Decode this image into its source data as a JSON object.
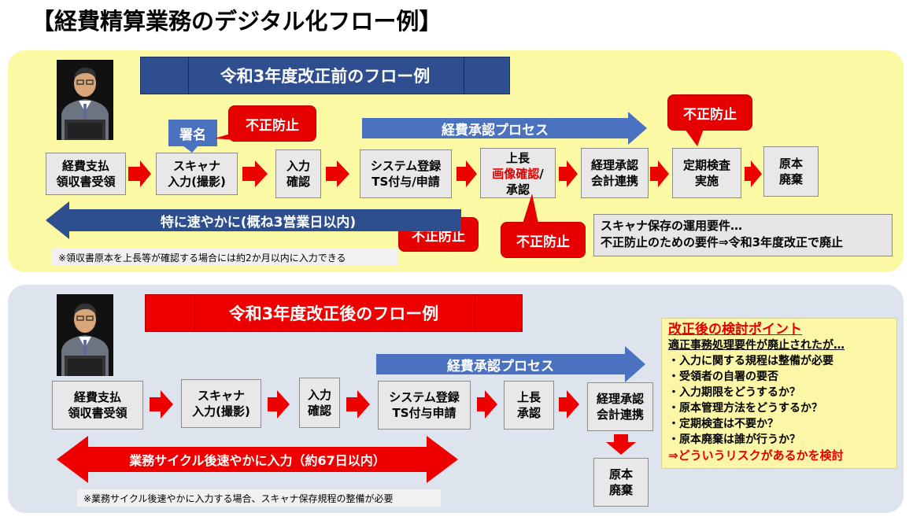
{
  "title": "【経費精算業務のデジタル化フロー例】",
  "before": {
    "banner": "令和3年度改正前のフロー例",
    "boxes": {
      "receipt": "経費支払\n領収書受領",
      "scan": "スキャナ\n入力(撮影)",
      "input": "入力\n確認",
      "system": "システム登録\nTS付与/申請",
      "boss_line1": "上長",
      "boss_line2": "画像確認",
      "boss_line3": "/",
      "boss_line4": "承認",
      "accounting": "経理承認\n会計連携",
      "periodic": "定期検査\n実施",
      "discard": "原本\n廃棄"
    },
    "signature_label": "署名",
    "fraud_label": "不正防止",
    "process_label": "経費承認プロセス",
    "speed_label": "特に速やかに(概ね3営業日以内)",
    "note": "※領収書原本を上長等が確認する場合には約2か月以内に入力できる",
    "info": "スキャナ保存の運用要件…\n不正防止のための要件⇒令和3年度改正で廃止"
  },
  "after": {
    "banner": "令和3年度改正後のフロー例",
    "boxes": {
      "receipt": "経費支払\n領収書受領",
      "scan": "スキャナ\n入力(撮影)",
      "input": "入力\n確認",
      "system": "システム登録\nTS付与申請",
      "boss": "上長\n承認",
      "accounting": "経理承認\n会計連携",
      "discard": "原本\n廃棄"
    },
    "process_label": "経費承認プロセス",
    "cycle_label": "業務サイクル後速やかに入力（約67日以内）",
    "note": "※業務サイクル後速やかに入力する場合、スキャナ保存規程の整備が必要",
    "points": {
      "heading": "改正後の検討ポイント",
      "subheading": "適正事務処理要件が廃止されたが…",
      "items": [
        "・入力に関する規程は整備が必要",
        "・受領者の自署の要否",
        "・入力期限をどうするか？",
        "・原本管理方法をどうするか？",
        "・定期検査は不要か？",
        "・原本廃棄は誰が行うか？"
      ],
      "conclusion": "⇒どういうリスクがあるかを検討"
    }
  },
  "colors": {
    "panel_top": "#fbf9a3",
    "panel_bottom": "#dde4ee",
    "banner_blue": "#2f4e8f",
    "banner_red": "#ee0000",
    "arrow_red": "#ee0000",
    "arrow_blue": "#4a72c0",
    "arrow_dark_blue": "#2e4f8f"
  }
}
